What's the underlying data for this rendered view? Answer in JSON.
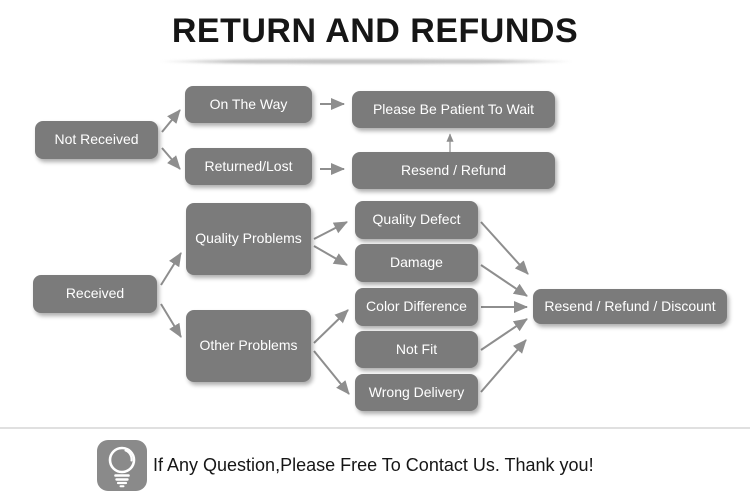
{
  "title": "RETURN AND REFUNDS",
  "colors": {
    "page_bg": "#ffffff",
    "box_bg": "#7b7b7b",
    "box_text": "#ffffff",
    "arrow_color": "#8e8e8e",
    "title_text": "#161616",
    "footer_line": "#e0e0e0",
    "footer_text": "#161616",
    "bulb_box": "#8a8a8a"
  },
  "nodes": {
    "not_received": "Not Received",
    "on_the_way": "On The Way",
    "returned_lost": "Returned/Lost",
    "please_wait": "Please Be Patient To Wait",
    "resend_refund": "Resend / Refund",
    "received": "Received",
    "quality_problems": "Quality Problems",
    "other_problems": "Other Problems",
    "quality_defect": "Quality Defect",
    "damage": "Damage",
    "color_difference": "Color Difference",
    "not_fit": "Not Fit",
    "wrong_delivery": "Wrong Delivery",
    "resend_refund_discount": "Resend / Refund / Discount"
  },
  "edges": [
    "not_received -> on_the_way",
    "not_received -> returned_lost",
    "on_the_way -> please_wait",
    "returned_lost -> resend_refund",
    "resend_refund -> please_wait",
    "received -> quality_problems",
    "received -> other_problems",
    "quality_problems -> quality_defect",
    "quality_problems -> damage",
    "other_problems -> color_difference",
    "other_problems -> wrong_delivery",
    "quality_defect -> resend_refund_discount",
    "damage -> resend_refund_discount",
    "color_difference -> resend_refund_discount",
    "not_fit -> resend_refund_discount",
    "wrong_delivery -> resend_refund_discount"
  ],
  "footer": {
    "icon": "lightbulb-icon",
    "message": "If Any Question,Please Free To Contact Us. Thank you!"
  }
}
